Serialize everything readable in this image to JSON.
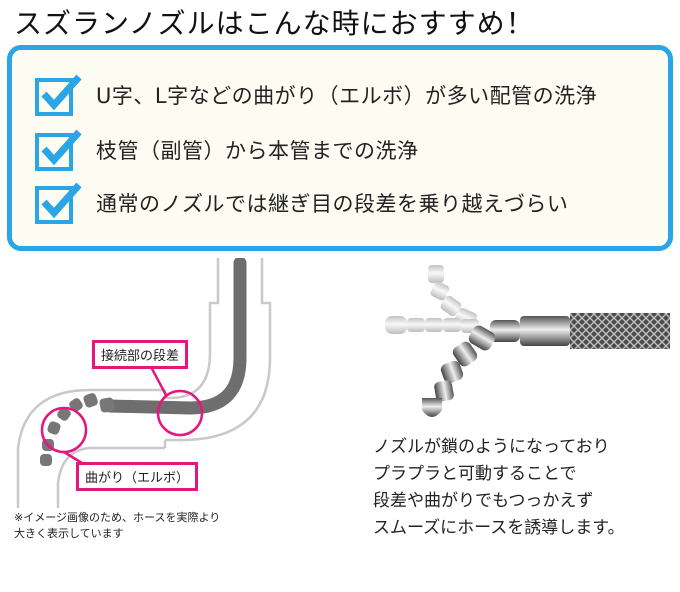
{
  "heading": "スズランノズルはこんな時におすすめ！",
  "features": [
    "U字、L字などの曲がり（エルボ）が多い配管の洗浄",
    "枝管（副管）から本管までの洗浄",
    "通常のノズルでは継ぎ目の段差を乗り越えづらい"
  ],
  "diagram": {
    "joint_label": "接続部の段差",
    "elbow_label": "曲がり（エルボ）",
    "note_lines": [
      "※イメージ画像のため、ホースを実際より",
      "大きく表示しています"
    ]
  },
  "description_lines": [
    "ノズルが鎖のようになっており",
    "プラプラと可動することで",
    "段差や曲がりでもつっかえず",
    "スムーズにホースを誘導します。"
  ],
  "colors": {
    "frame": "#2aa6e6",
    "check": "#2aa6e6",
    "accent": "#e3177d"
  },
  "icons": [
    "check-icon"
  ]
}
